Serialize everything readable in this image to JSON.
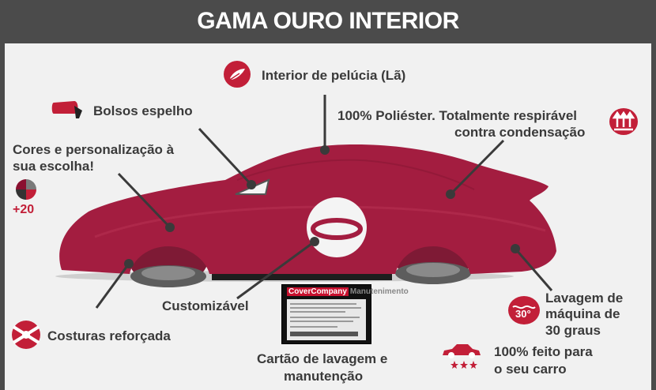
{
  "title": "GAMA OURO INTERIOR",
  "features": {
    "plush": "Interior de pelúcia (Lã)",
    "mirror": "Bolsos espelho",
    "colors_line1": "Cores e personalização à",
    "colors_line2": "sua escolha!",
    "colors_badge": "+20",
    "polyester_line1": "100% Poliéster. Totalmente respirável",
    "polyester_line2": "contra condensação",
    "custom": "Customizável",
    "wash_line1": "Lavagem de",
    "wash_line2": "máquina de",
    "wash_line3": "30 graus",
    "wash_badge": "30°",
    "seams": "Costuras reforçada",
    "card_line1": "Cartão de lavagem e",
    "card_line2": "manutenção",
    "fit_line1": "100% feito para",
    "fit_line2": "o seu carro"
  },
  "card": {
    "brand": "CoverCompany",
    "subtitle": "Manutenimento"
  },
  "colors": {
    "accent": "#c21f38",
    "car": "#a31d40",
    "background": "#4b4b4b",
    "panel": "#f1f1f1",
    "text": "#3a3a3a"
  },
  "icons": [
    "feather-icon",
    "mirror-icon",
    "color-wheel-icon",
    "ventilation-icon",
    "wash-temperature-icon",
    "seams-icon",
    "car-icon",
    "stars-icon"
  ]
}
